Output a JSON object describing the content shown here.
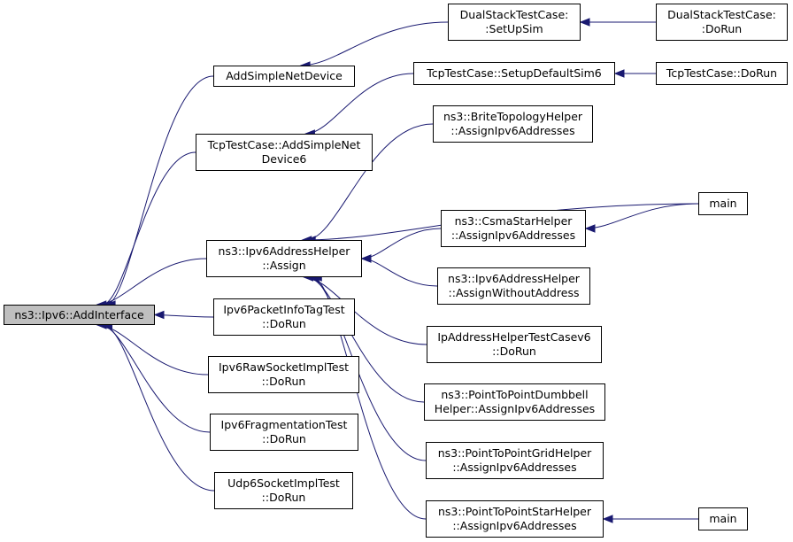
{
  "colors": {
    "edge": "#191970",
    "root_fill": "#bfbfbf",
    "node_border": "#000000"
  },
  "nodes": {
    "root": {
      "lines": [
        "ns3::Ipv6::AddInterface"
      ]
    },
    "add_simple_net_device": {
      "lines": [
        "AddSimpleNetDevice"
      ]
    },
    "tcp_add_simple_net_device6": {
      "lines": [
        "TcpTestCase::AddSimpleNet",
        "Device6"
      ]
    },
    "ipv6_address_helper_assign": {
      "lines": [
        "ns3::Ipv6AddressHelper",
        "::Assign"
      ]
    },
    "ipv6_packet_info_tag_test": {
      "lines": [
        "Ipv6PacketInfoTagTest",
        "::DoRun"
      ]
    },
    "ipv6_raw_socket_impl_test": {
      "lines": [
        "Ipv6RawSocketImplTest",
        "::DoRun"
      ]
    },
    "ipv6_fragmentation_test": {
      "lines": [
        "Ipv6FragmentationTest",
        "::DoRun"
      ]
    },
    "udp6_socket_impl_test": {
      "lines": [
        "Udp6SocketImplTest",
        "::DoRun"
      ]
    },
    "dual_stack_setup_sim": {
      "lines": [
        "DualStackTestCase:",
        ":SetUpSim"
      ]
    },
    "dual_stack_do_run": {
      "lines": [
        "DualStackTestCase:",
        ":DoRun"
      ]
    },
    "tcp_setup_default_sim6": {
      "lines": [
        "TcpTestCase::SetupDefaultSim6"
      ]
    },
    "tcp_do_run": {
      "lines": [
        "TcpTestCase::DoRun"
      ]
    },
    "brite_assign_ipv6": {
      "lines": [
        "ns3::BriteTopologyHelper",
        "::AssignIpv6Addresses"
      ]
    },
    "main_1": {
      "lines": [
        "main"
      ]
    },
    "csma_star_assign_ipv6": {
      "lines": [
        "ns3::CsmaStarHelper",
        "::AssignIpv6Addresses"
      ]
    },
    "assign_without_address": {
      "lines": [
        "ns3::Ipv6AddressHelper",
        "::AssignWithoutAddress"
      ]
    },
    "ip_address_helper_test_v6": {
      "lines": [
        "IpAddressHelperTestCasev6",
        "::DoRun"
      ]
    },
    "p2p_dumbbell_assign_ipv6": {
      "lines": [
        "ns3::PointToPointDumbbell",
        "Helper::AssignIpv6Addresses"
      ]
    },
    "p2p_grid_assign_ipv6": {
      "lines": [
        "ns3::PointToPointGridHelper",
        "::AssignIpv6Addresses"
      ]
    },
    "p2p_star_assign_ipv6": {
      "lines": [
        "ns3::PointToPointStarHelper",
        "::AssignIpv6Addresses"
      ]
    },
    "main_2": {
      "lines": [
        "main"
      ]
    }
  },
  "edges": [
    {
      "from": "add_simple_net_device",
      "to": "root"
    },
    {
      "from": "tcp_add_simple_net_device6",
      "to": "root"
    },
    {
      "from": "ipv6_address_helper_assign",
      "to": "root"
    },
    {
      "from": "ipv6_packet_info_tag_test",
      "to": "root"
    },
    {
      "from": "ipv6_raw_socket_impl_test",
      "to": "root"
    },
    {
      "from": "ipv6_fragmentation_test",
      "to": "root"
    },
    {
      "from": "udp6_socket_impl_test",
      "to": "root"
    },
    {
      "from": "dual_stack_setup_sim",
      "to": "add_simple_net_device"
    },
    {
      "from": "dual_stack_do_run",
      "to": "dual_stack_setup_sim"
    },
    {
      "from": "tcp_setup_default_sim6",
      "to": "tcp_add_simple_net_device6"
    },
    {
      "from": "tcp_do_run",
      "to": "tcp_setup_default_sim6"
    },
    {
      "from": "brite_assign_ipv6",
      "to": "ipv6_address_helper_assign"
    },
    {
      "from": "main_1",
      "to": "ipv6_address_helper_assign"
    },
    {
      "from": "csma_star_assign_ipv6",
      "to": "ipv6_address_helper_assign"
    },
    {
      "from": "main_1",
      "to": "csma_star_assign_ipv6"
    },
    {
      "from": "assign_without_address",
      "to": "ipv6_address_helper_assign"
    },
    {
      "from": "ip_address_helper_test_v6",
      "to": "ipv6_address_helper_assign"
    },
    {
      "from": "p2p_dumbbell_assign_ipv6",
      "to": "ipv6_address_helper_assign"
    },
    {
      "from": "p2p_grid_assign_ipv6",
      "to": "ipv6_address_helper_assign"
    },
    {
      "from": "p2p_star_assign_ipv6",
      "to": "ipv6_address_helper_assign"
    },
    {
      "from": "main_2",
      "to": "p2p_star_assign_ipv6"
    }
  ]
}
